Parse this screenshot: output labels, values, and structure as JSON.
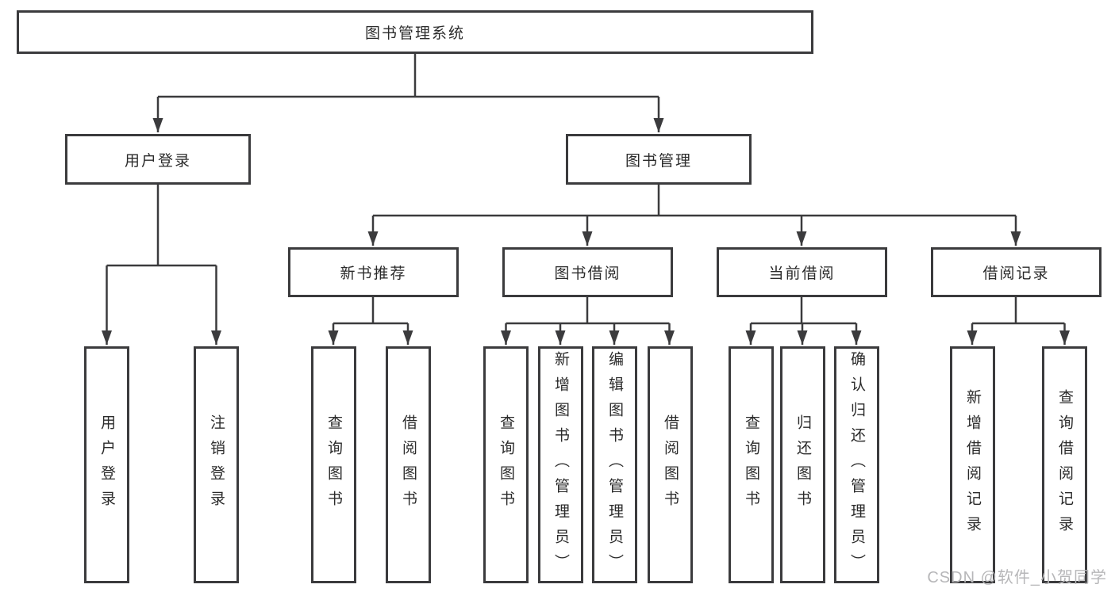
{
  "tree": {
    "root": "图书管理系统",
    "login": {
      "label": "用户登录",
      "children": [
        "用户登录",
        "注销登录"
      ]
    },
    "mgmt": {
      "label": "图书管理",
      "groups": [
        {
          "label": "新书推荐",
          "children": [
            "查询图书",
            "借阅图书"
          ]
        },
        {
          "label": "图书借阅",
          "children": [
            "查询图书",
            "新增图书（管理员）",
            "编辑图书（管理员）",
            "借阅图书"
          ]
        },
        {
          "label": "当前借阅",
          "children": [
            "查询图书",
            "归还图书",
            "确认归还（管理员）"
          ]
        },
        {
          "label": "借阅记录",
          "children": [
            "新增借阅记录",
            "查询借阅记录"
          ]
        }
      ]
    }
  },
  "watermark": "CSDN @软件_小贺同学",
  "colors": {
    "line": "#3b3b3d",
    "text": "#2b2b2b",
    "watermark": "#b7b7b9",
    "box_fill": "#ffffff"
  }
}
